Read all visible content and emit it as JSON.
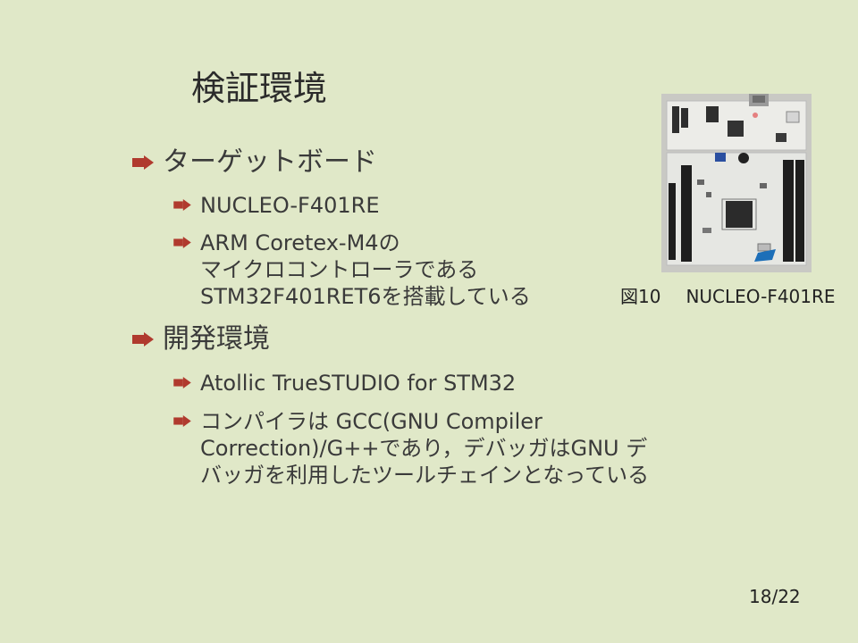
{
  "slide": {
    "title": "検証環境",
    "bullets": [
      {
        "text": "ターゲットボード"
      },
      {
        "text": "NUCLEO-F401RE"
      },
      {
        "lines": [
          "ARM Coretex-M4の",
          "マイクロコントローラである",
          "STM32F401RET6を搭載している"
        ]
      },
      {
        "text": "開発環境"
      },
      {
        "text": "Atollic TrueSTUDIO for STM32"
      },
      {
        "lines": [
          "コンパイラは GCC(GNU Compiler",
          "Correction)/G++であり，デバッガはGNU デ",
          "バッガを利用したツールチェインとなっている"
        ]
      }
    ],
    "figure": {
      "number": "図10",
      "label": "NUCLEO-F401RE"
    },
    "page": "18/22"
  },
  "colors": {
    "background": "#e0e8c8",
    "bullet_arrow": "#b03a2e",
    "board": "#e8e8e4"
  }
}
